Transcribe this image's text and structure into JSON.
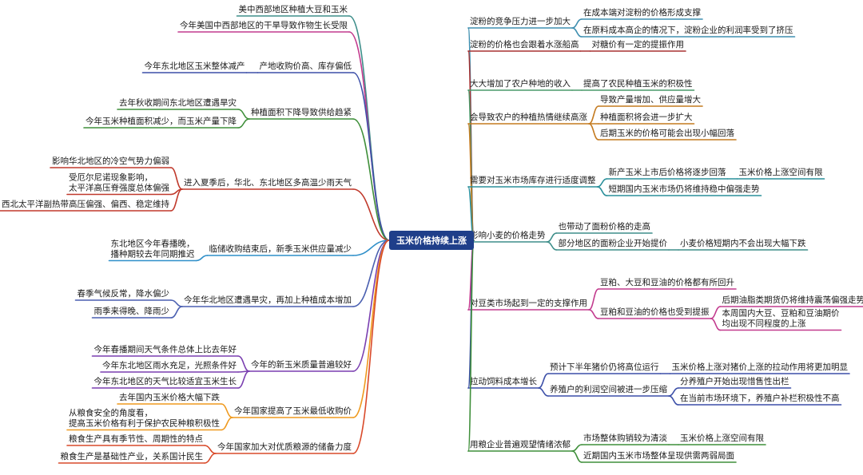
{
  "root": "玉米价格持续上涨",
  "colors": {
    "root": "#1f3f8a",
    "branches": [
      "#3e8e8a",
      "#c23b8e",
      "#3c4fa8",
      "#3f8f3a",
      "#c0392b",
      "#2f8fc9",
      "#4a5fb0",
      "#7a3fb0",
      "#ef9a1f",
      "#d94a2a",
      "#3f8fb0",
      "#a83232",
      "#4a9a6a",
      "#c47a1f",
      "#2a8f9a"
    ]
  },
  "left": [
    {
      "label": "美中西部地区种植大豆和玉米"
    },
    {
      "label": "今年美国中西部地区的干旱导致作物生长受限"
    },
    {
      "label": "产地收购价高、库存偏低",
      "children": [
        "今年东北地区玉米整体减产"
      ]
    },
    {
      "label": "种植面积下降导致供给趋紧",
      "children": [
        "去年秋收期间东北地区遭遇旱灾",
        "今年玉米种植面积减少，而玉米产量下降"
      ]
    },
    {
      "label": "进入夏季后，华北、东北地区多高温少雨天气",
      "children": [
        "影响华北地区的冷空气势力偏弱",
        "受厄尔尼诺现象影响，\n太平洋高压脊强度总体偏强",
        "西北太平洋副热带高压偏强、偏西、稳定维持"
      ]
    },
    {
      "label": "临储收购结束后，新季玉米供应量减少",
      "children": [
        "东北地区今年春播晚，\n播种期较去年同期推迟"
      ]
    },
    {
      "label": "今年华北地区遭遇旱灾，再加上种植成本增加",
      "children": [
        "春季气候反常，降水偏少",
        "雨季来得晚、降雨少"
      ]
    },
    {
      "label": "今年的新玉米质量普遍较好",
      "children": [
        "今年春播期间天气条件总体上比去年好",
        "今年东北地区雨水充足，光照条件好",
        "今年东北地区的天气比较适宜玉米生长"
      ]
    },
    {
      "label": "今年国家提高了玉米最低收购价",
      "children": [
        "去年国内玉米价格大幅下跌",
        "从粮食安全的角度看，\n提高玉米价格有利于保护农民种粮积极性"
      ]
    },
    {
      "label": "今年国家加大对优质粮源的储备力度",
      "children": [
        "粮食生产具有季节性、周期性的特点",
        "粮食生产是基础性产业，关系国计民生"
      ]
    }
  ],
  "right": [
    {
      "label": "淀粉的竞争压力进一步加大",
      "children": [
        "在成本端对淀粉的价格形成支撑",
        "在原料成本高企的情况下，淀粉企业的利润率受到了挤压"
      ]
    },
    {
      "label": "淀粉的价格也会跟着水涨船高",
      "children": [
        "对糖价有一定的提振作用"
      ]
    },
    {
      "label": "大大增加了农户种地的收入",
      "children": [
        "提高了农民种植玉米的积极性"
      ]
    },
    {
      "label": "会导致农户的种植热情继续高涨",
      "children": [
        "导致产量增加、供应量增大",
        "种植面积将会进一步扩大",
        "后期玉米的价格可能会出现小幅回落"
      ]
    },
    {
      "label": "需要对玉米市场库存进行适度调整",
      "children": [
        "新产玉米上市后价格将逐步回落",
        "短期国内玉米市场仍将维持稳中偏强走势"
      ],
      "extra": "玉米价格上涨空间有限"
    },
    {
      "label": "影响小麦的价格走势",
      "children": [
        "也带动了面粉价格的走高",
        "部分地区的面粉企业开始提价"
      ],
      "extra": "小麦价格短期内不会出现大幅下跌"
    },
    {
      "label": "对豆类市场起到一定的支撑作用",
      "children": [
        "豆粕、大豆和豆油的价格都有所回升",
        "豆粕和豆油的价格也受到提振"
      ],
      "grand": [
        "后期油脂类期货仍将维持震荡偏强走势",
        "本周国内大豆、豆粕和豆油期价\n均出现不同程度的上涨"
      ]
    },
    {
      "label": "拉动饲料成本增长",
      "children": [
        "预计下半年猪价仍将高位运行",
        "养殖户的利润空间被进一步压缩"
      ],
      "extra": "玉米价格上涨对猪价上涨的拉动作用将更加明显",
      "grand": [
        "分养殖户开始出现惜售性出栏",
        "在当前市场环境下，养殖户补栏积极性不高"
      ]
    },
    {
      "label": "用粮企业普遍观望情绪浓郁",
      "children": [
        "市场整体购销较为清淡",
        "近期国内玉米市场整体呈现供需两弱局面"
      ],
      "extra": "玉米价格上涨空间有限"
    }
  ]
}
